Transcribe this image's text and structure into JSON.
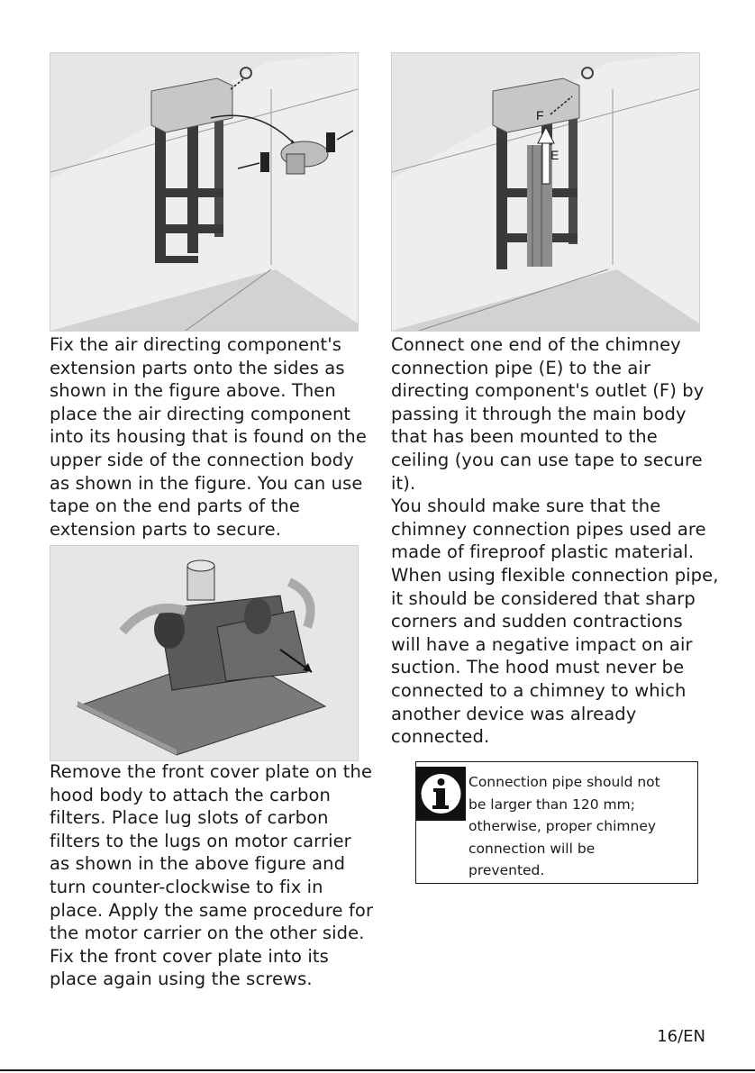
{
  "figures": {
    "fig1": {
      "alt": "air directing component with extension parts"
    },
    "fig2": {
      "alt": "chimney connection pipe",
      "label_e": "E",
      "label_f": "F"
    },
    "fig3": {
      "alt": "hood body with carbon filters"
    }
  },
  "left_col": {
    "para1": [
      "Fix the air directing component's",
      "extension parts onto the sides as",
      "shown in the figure above. Then",
      "place the air directing component",
      "into its housing that is found on the",
      "upper side of the connection body",
      "as shown in the figure. You can use",
      "tape on the end parts of the",
      "extension parts to secure."
    ],
    "para2": [
      "Remove the front cover plate on the",
      "hood body to attach the carbon",
      "filters. Place lug slots of carbon",
      "filters to the lugs on motor carrier",
      "as shown in the above figure and",
      "turn counter-clockwise to fix in",
      "place. Apply the same procedure for",
      "the motor carrier on the other side.",
      "Fix the front cover plate into its",
      "place again using the screws."
    ]
  },
  "right_col": {
    "para1": [
      "Connect one end of the chimney",
      "connection pipe (E) to the air",
      "directing component's outlet (F) by",
      "passing it through the main body",
      "that has been mounted to the",
      "ceiling (you can use tape to secure",
      "it).",
      "You should make sure that the",
      "chimney connection pipes used are",
      "made of fireproof plastic material.",
      "When using flexible connection pipe,",
      "it should be considered that sharp",
      "corners and sudden contractions",
      "will have a negative impact on air",
      "suction. The hood must never be",
      "connected to a chimney to which",
      "another device was already",
      "connected."
    ]
  },
  "note": {
    "icon": "info-icon",
    "lines": [
      "Connection pipe should not",
      "be larger than 120 mm;",
      "otherwise, proper chimney",
      "connection will be",
      "prevented."
    ]
  },
  "footer": {
    "page_number": "16/EN"
  }
}
